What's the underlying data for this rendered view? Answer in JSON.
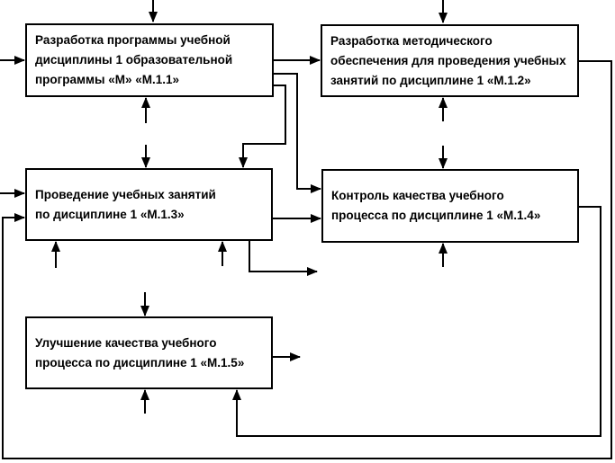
{
  "diagram": {
    "type": "process-flow-diagram",
    "language": "ru",
    "colors": {
      "line": "#000000",
      "box_border": "#000000",
      "box_fill": "#ffffff",
      "background": "#ffffff",
      "text": "#000000"
    },
    "boxes": [
      {
        "id": "M.1.1",
        "label": "Разработка программы учебной\nдисциплины 1 образовательной\nпрограммы «М» «М.1.1»"
      },
      {
        "id": "M.1.2",
        "label": "Разработка методического\nобеспечения для проведения учебных\nзанятий по дисциплине 1 «М.1.2»"
      },
      {
        "id": "M.1.3",
        "label": "Проведение учебных занятий\nпо дисциплине 1 «М.1.3»"
      },
      {
        "id": "M.1.4",
        "label": "Контроль качества учебного\nпроцесса по дисциплине 1 «М.1.4»"
      },
      {
        "id": "M.1.5",
        "label": "Улучшение качества учебного\nпроцесса по дисциплине 1 «М.1.5»"
      }
    ],
    "connections": [
      {
        "from": "boundary-top",
        "to": "M.1.1",
        "side": "top"
      },
      {
        "from": "boundary-top",
        "to": "M.1.2",
        "side": "top"
      },
      {
        "from": "boundary-left",
        "to": "M.1.1",
        "side": "left"
      },
      {
        "from": "boundary-left",
        "to": "M.1.3",
        "side": "left"
      },
      {
        "from": "M.1.1",
        "to": "M.1.2",
        "side": "left"
      },
      {
        "from": "M.1.1",
        "to": "M.1.4",
        "side": "left"
      },
      {
        "from": "M.1.1",
        "to": "M.1.3",
        "side": "top"
      },
      {
        "from": "boundary-bottom",
        "to": "M.1.1",
        "side": "bottom"
      },
      {
        "from": "boundary",
        "to": "M.1.3",
        "side": "top-short"
      },
      {
        "from": "boundary-bottom",
        "to": "M.1.2",
        "side": "bottom"
      },
      {
        "from": "boundary",
        "to": "M.1.4",
        "side": "top-short"
      },
      {
        "from": "M.1.2",
        "to": "M.1.3",
        "side": "left",
        "route": "feedback-around-bottom"
      },
      {
        "from": "M.1.3",
        "to": "M.1.4",
        "side": "left"
      },
      {
        "from": "M.1.3",
        "to": "output-right",
        "side": "bottom"
      },
      {
        "from": "boundary-bottom",
        "to": "M.1.3",
        "side": "bottom-left"
      },
      {
        "from": "boundary-bottom",
        "to": "M.1.3",
        "side": "bottom-right"
      },
      {
        "from": "boundary-bottom",
        "to": "M.1.4",
        "side": "bottom"
      },
      {
        "from": "M.1.4",
        "to": "M.1.5",
        "side": "bottom",
        "route": "feedback-right-down"
      },
      {
        "from": "boundary-top",
        "to": "M.1.5",
        "side": "top-short"
      },
      {
        "from": "boundary-bottom",
        "to": "M.1.5",
        "side": "bottom"
      },
      {
        "from": "M.1.5",
        "to": "output-right",
        "side": "right"
      }
    ]
  }
}
